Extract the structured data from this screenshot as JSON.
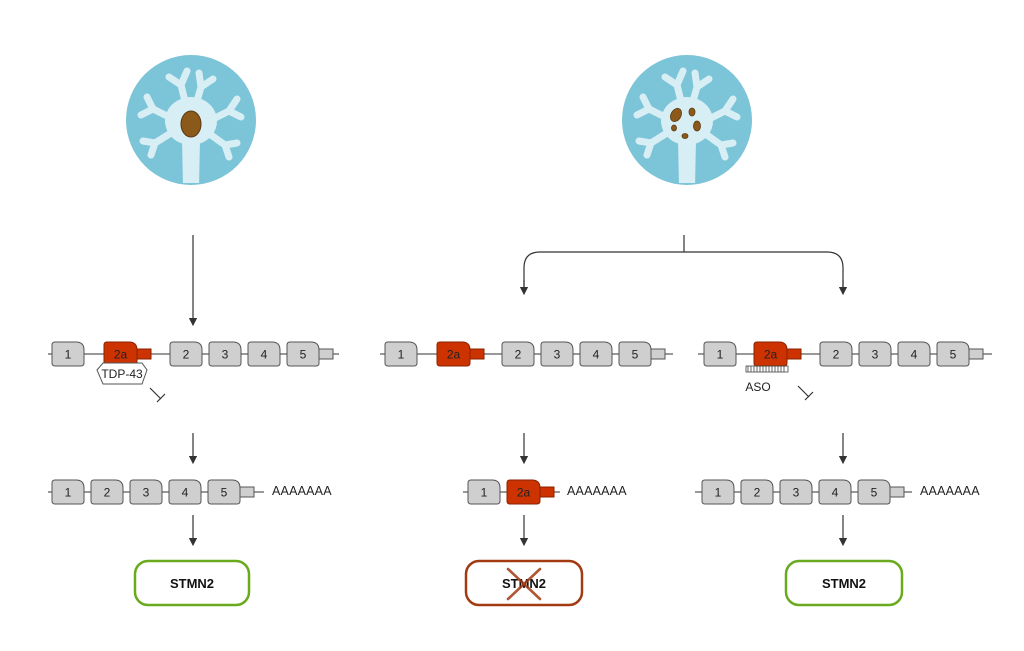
{
  "colors": {
    "neuron_circle": "#7cc4d8",
    "neuron_body": "#d8eef5",
    "nucleus": "#8b5a1a",
    "exon_fill": "#cfcfcf",
    "exon_stroke": "#555555",
    "cryptic_exon": "#cc3300",
    "good_outcome": "#6aaa1e",
    "bad_outcome": "#a23a12",
    "line": "#333333"
  },
  "columns": {
    "healthy": {
      "pre_mrna_exons": [
        "1",
        "2a",
        "2",
        "3",
        "4",
        "5"
      ],
      "binding_factor": "TDP-43",
      "mrna_exons": [
        "1",
        "2",
        "3",
        "4",
        "5"
      ],
      "poly_a": "AAAAAAA",
      "outcome": "STMN2"
    },
    "disease": {
      "pre_mrna_exons": [
        "1",
        "2a",
        "2",
        "3",
        "4",
        "5"
      ],
      "mrna_exons": [
        "1",
        "2a"
      ],
      "poly_a": "AAAAAAA",
      "outcome": "STMN2"
    },
    "treated": {
      "pre_mrna_exons": [
        "1",
        "2a",
        "2",
        "3",
        "4",
        "5"
      ],
      "binding_factor": "ASO",
      "mrna_exons": [
        "1",
        "2",
        "3",
        "4",
        "5"
      ],
      "poly_a": "AAAAAAA",
      "outcome": "STMN2"
    }
  }
}
